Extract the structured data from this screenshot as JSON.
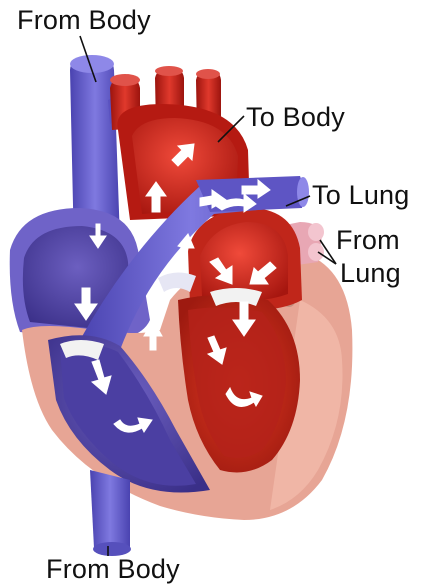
{
  "labels": {
    "from_body_top": "From Body",
    "to_body": "To Body",
    "to_lung": "To Lung",
    "from_lung_line1": "From",
    "from_lung_line2": "Lung",
    "from_body_bottom": "From Body"
  },
  "colors": {
    "deoxygenated": "#5a4fb8",
    "oxygenated": "#c21f16",
    "muscle": "#e7a595",
    "arrow": "#ffffff",
    "text": "#111111"
  }
}
